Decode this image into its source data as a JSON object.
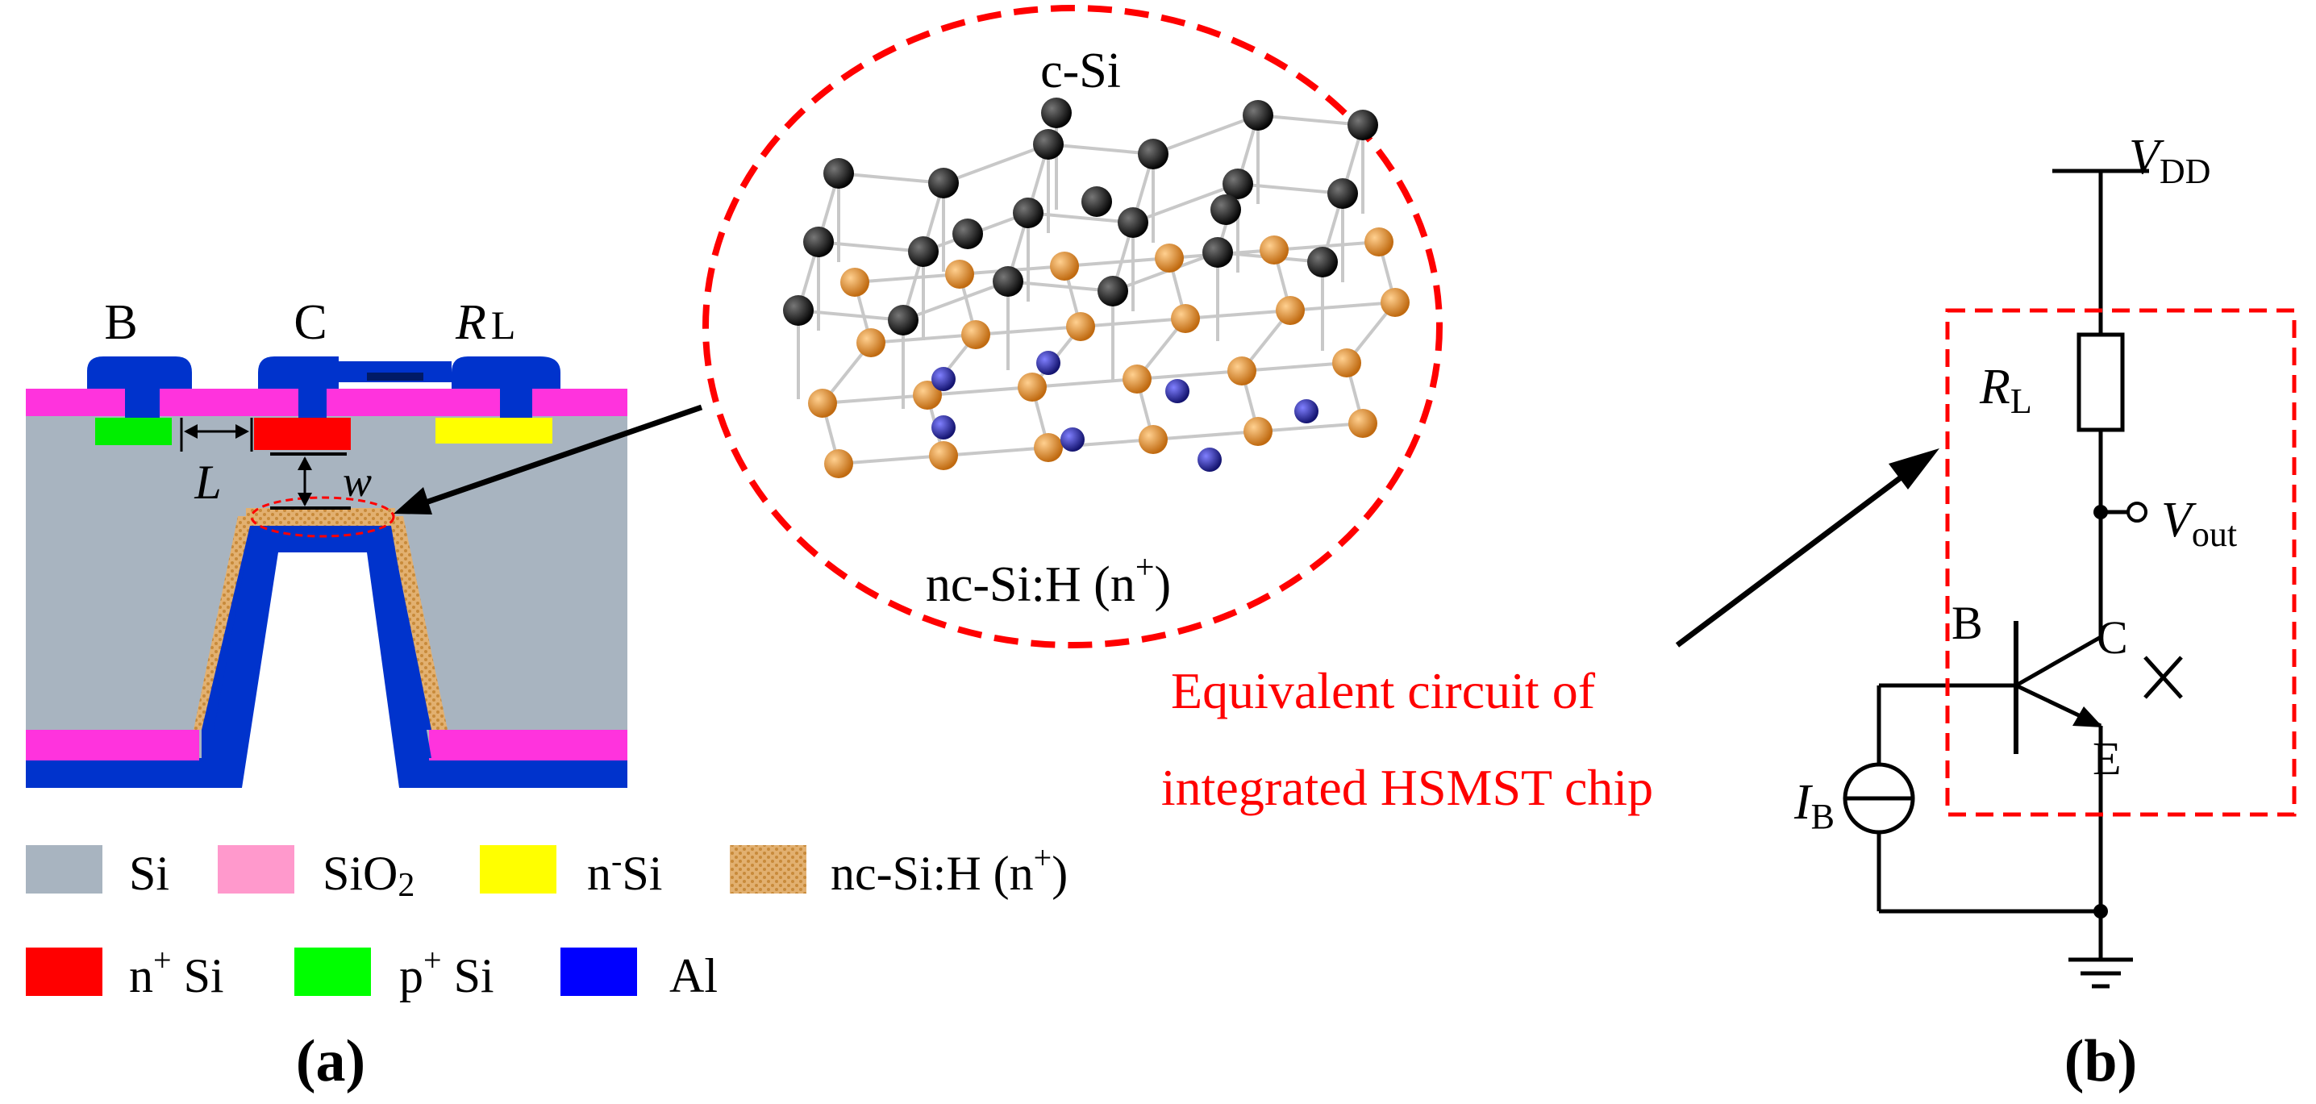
{
  "panel_a": {
    "label_b": "B",
    "label_c": "C",
    "label_rl_main": "R",
    "label_rl_sub": "L",
    "label_L": "L",
    "label_w": "w",
    "panel_label": "(a)"
  },
  "legend": {
    "items": [
      {
        "name": "si",
        "text": "Si",
        "color": "#a8b4c0"
      },
      {
        "name": "sio2",
        "text_main": "SiO",
        "text_sub": "2",
        "color": "#ff99cc"
      },
      {
        "name": "n-minus-si",
        "text_main": "n",
        "text_sup": "-",
        "text_tail": "Si",
        "color": "#ffff00"
      },
      {
        "name": "nc-si-h",
        "text": "nc-Si:H (n",
        "text_sup": "+",
        "text_tail": ")",
        "color": "#d9a050"
      },
      {
        "name": "n-plus-si",
        "text_main": "n",
        "text_sup": "+",
        "text_tail": " Si",
        "color": "#ff0000"
      },
      {
        "name": "p-plus-si",
        "text_main": "p",
        "text_sup": "+",
        "text_tail": " Si",
        "color": "#00ff00"
      },
      {
        "name": "al",
        "text": "Al",
        "color": "#0000ff"
      }
    ]
  },
  "zoom": {
    "top_label": "c-Si",
    "bottom_label_main": "nc-Si:H (n",
    "bottom_label_sup": "+",
    "bottom_label_tail": ")"
  },
  "callout": {
    "line1": "Equivalent circuit of",
    "line2": "integrated HSMST chip"
  },
  "panel_b": {
    "vdd_main": "V",
    "vdd_sub": "DD",
    "rl_main": "R",
    "rl_sub": "L",
    "vout_main": "V",
    "vout_sub": "out",
    "b": "B",
    "c": "C",
    "e": "E",
    "ib_main": "I",
    "ib_sub": "B",
    "panel_label": "(b)"
  },
  "colors": {
    "si": "#a8b4c0",
    "sio2": "#ff33dd",
    "al": "#0033cc",
    "n_plus": "#ff0000",
    "p_plus": "#00ee00",
    "n_minus": "#ffff00",
    "nc_si": "#d9a050",
    "red_dash": "#ff0000",
    "atom_black": "#111111",
    "atom_orange": "#e8962a",
    "atom_blue": "#2a2aa0"
  }
}
